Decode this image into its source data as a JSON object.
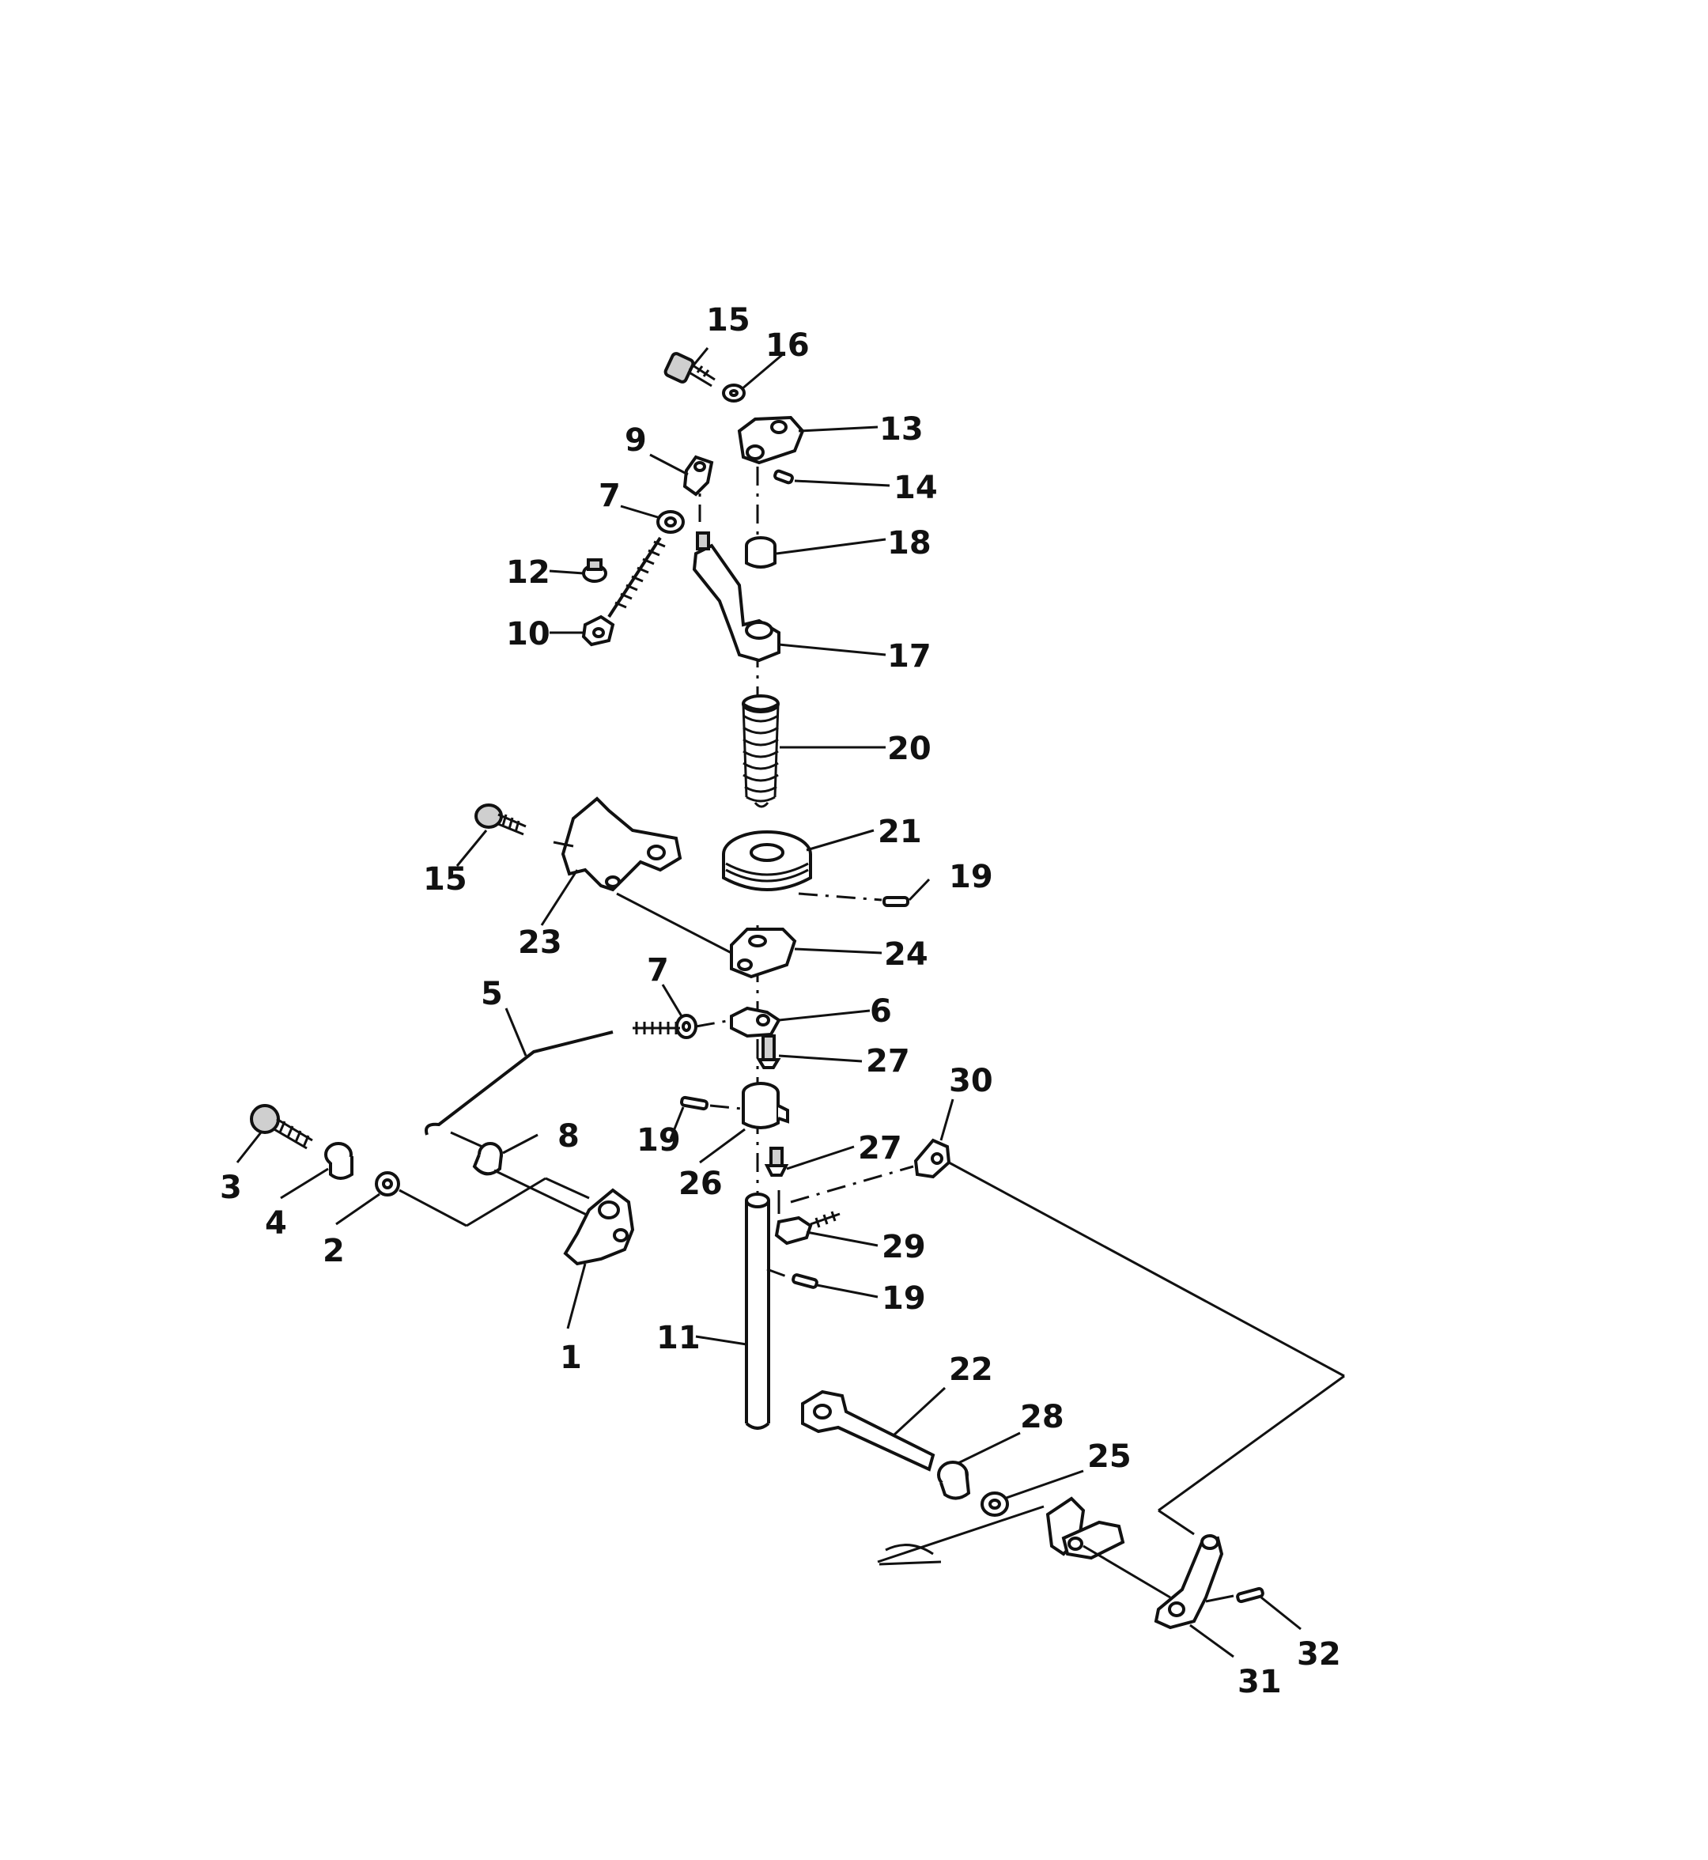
{
  "diagram": {
    "callouts": [
      {
        "id": "c15a",
        "text": "15"
      },
      {
        "id": "c16",
        "text": "16"
      },
      {
        "id": "c13",
        "text": "13"
      },
      {
        "id": "c9",
        "text": "9"
      },
      {
        "id": "c14",
        "text": "14"
      },
      {
        "id": "c7a",
        "text": "7"
      },
      {
        "id": "c18",
        "text": "18"
      },
      {
        "id": "c12",
        "text": "12"
      },
      {
        "id": "c10",
        "text": "10"
      },
      {
        "id": "c17",
        "text": "17"
      },
      {
        "id": "c20",
        "text": "20"
      },
      {
        "id": "c15b",
        "text": "15"
      },
      {
        "id": "c21",
        "text": "21"
      },
      {
        "id": "c19a",
        "text": "19"
      },
      {
        "id": "c23",
        "text": "23"
      },
      {
        "id": "c24",
        "text": "24"
      },
      {
        "id": "c7b",
        "text": "7"
      },
      {
        "id": "c5",
        "text": "5"
      },
      {
        "id": "c6",
        "text": "6"
      },
      {
        "id": "c27a",
        "text": "27"
      },
      {
        "id": "c30",
        "text": "30"
      },
      {
        "id": "c8",
        "text": "8"
      },
      {
        "id": "c19b",
        "text": "19"
      },
      {
        "id": "c26",
        "text": "26"
      },
      {
        "id": "c27b",
        "text": "27"
      },
      {
        "id": "c3",
        "text": "3"
      },
      {
        "id": "c4",
        "text": "4"
      },
      {
        "id": "c2",
        "text": "2"
      },
      {
        "id": "c29",
        "text": "29"
      },
      {
        "id": "c19c",
        "text": "19"
      },
      {
        "id": "c1",
        "text": "1"
      },
      {
        "id": "c11",
        "text": "11"
      },
      {
        "id": "c22",
        "text": "22"
      },
      {
        "id": "c28",
        "text": "28"
      },
      {
        "id": "c25",
        "text": "25"
      },
      {
        "id": "c32",
        "text": "32"
      },
      {
        "id": "c31",
        "text": "31"
      }
    ]
  }
}
